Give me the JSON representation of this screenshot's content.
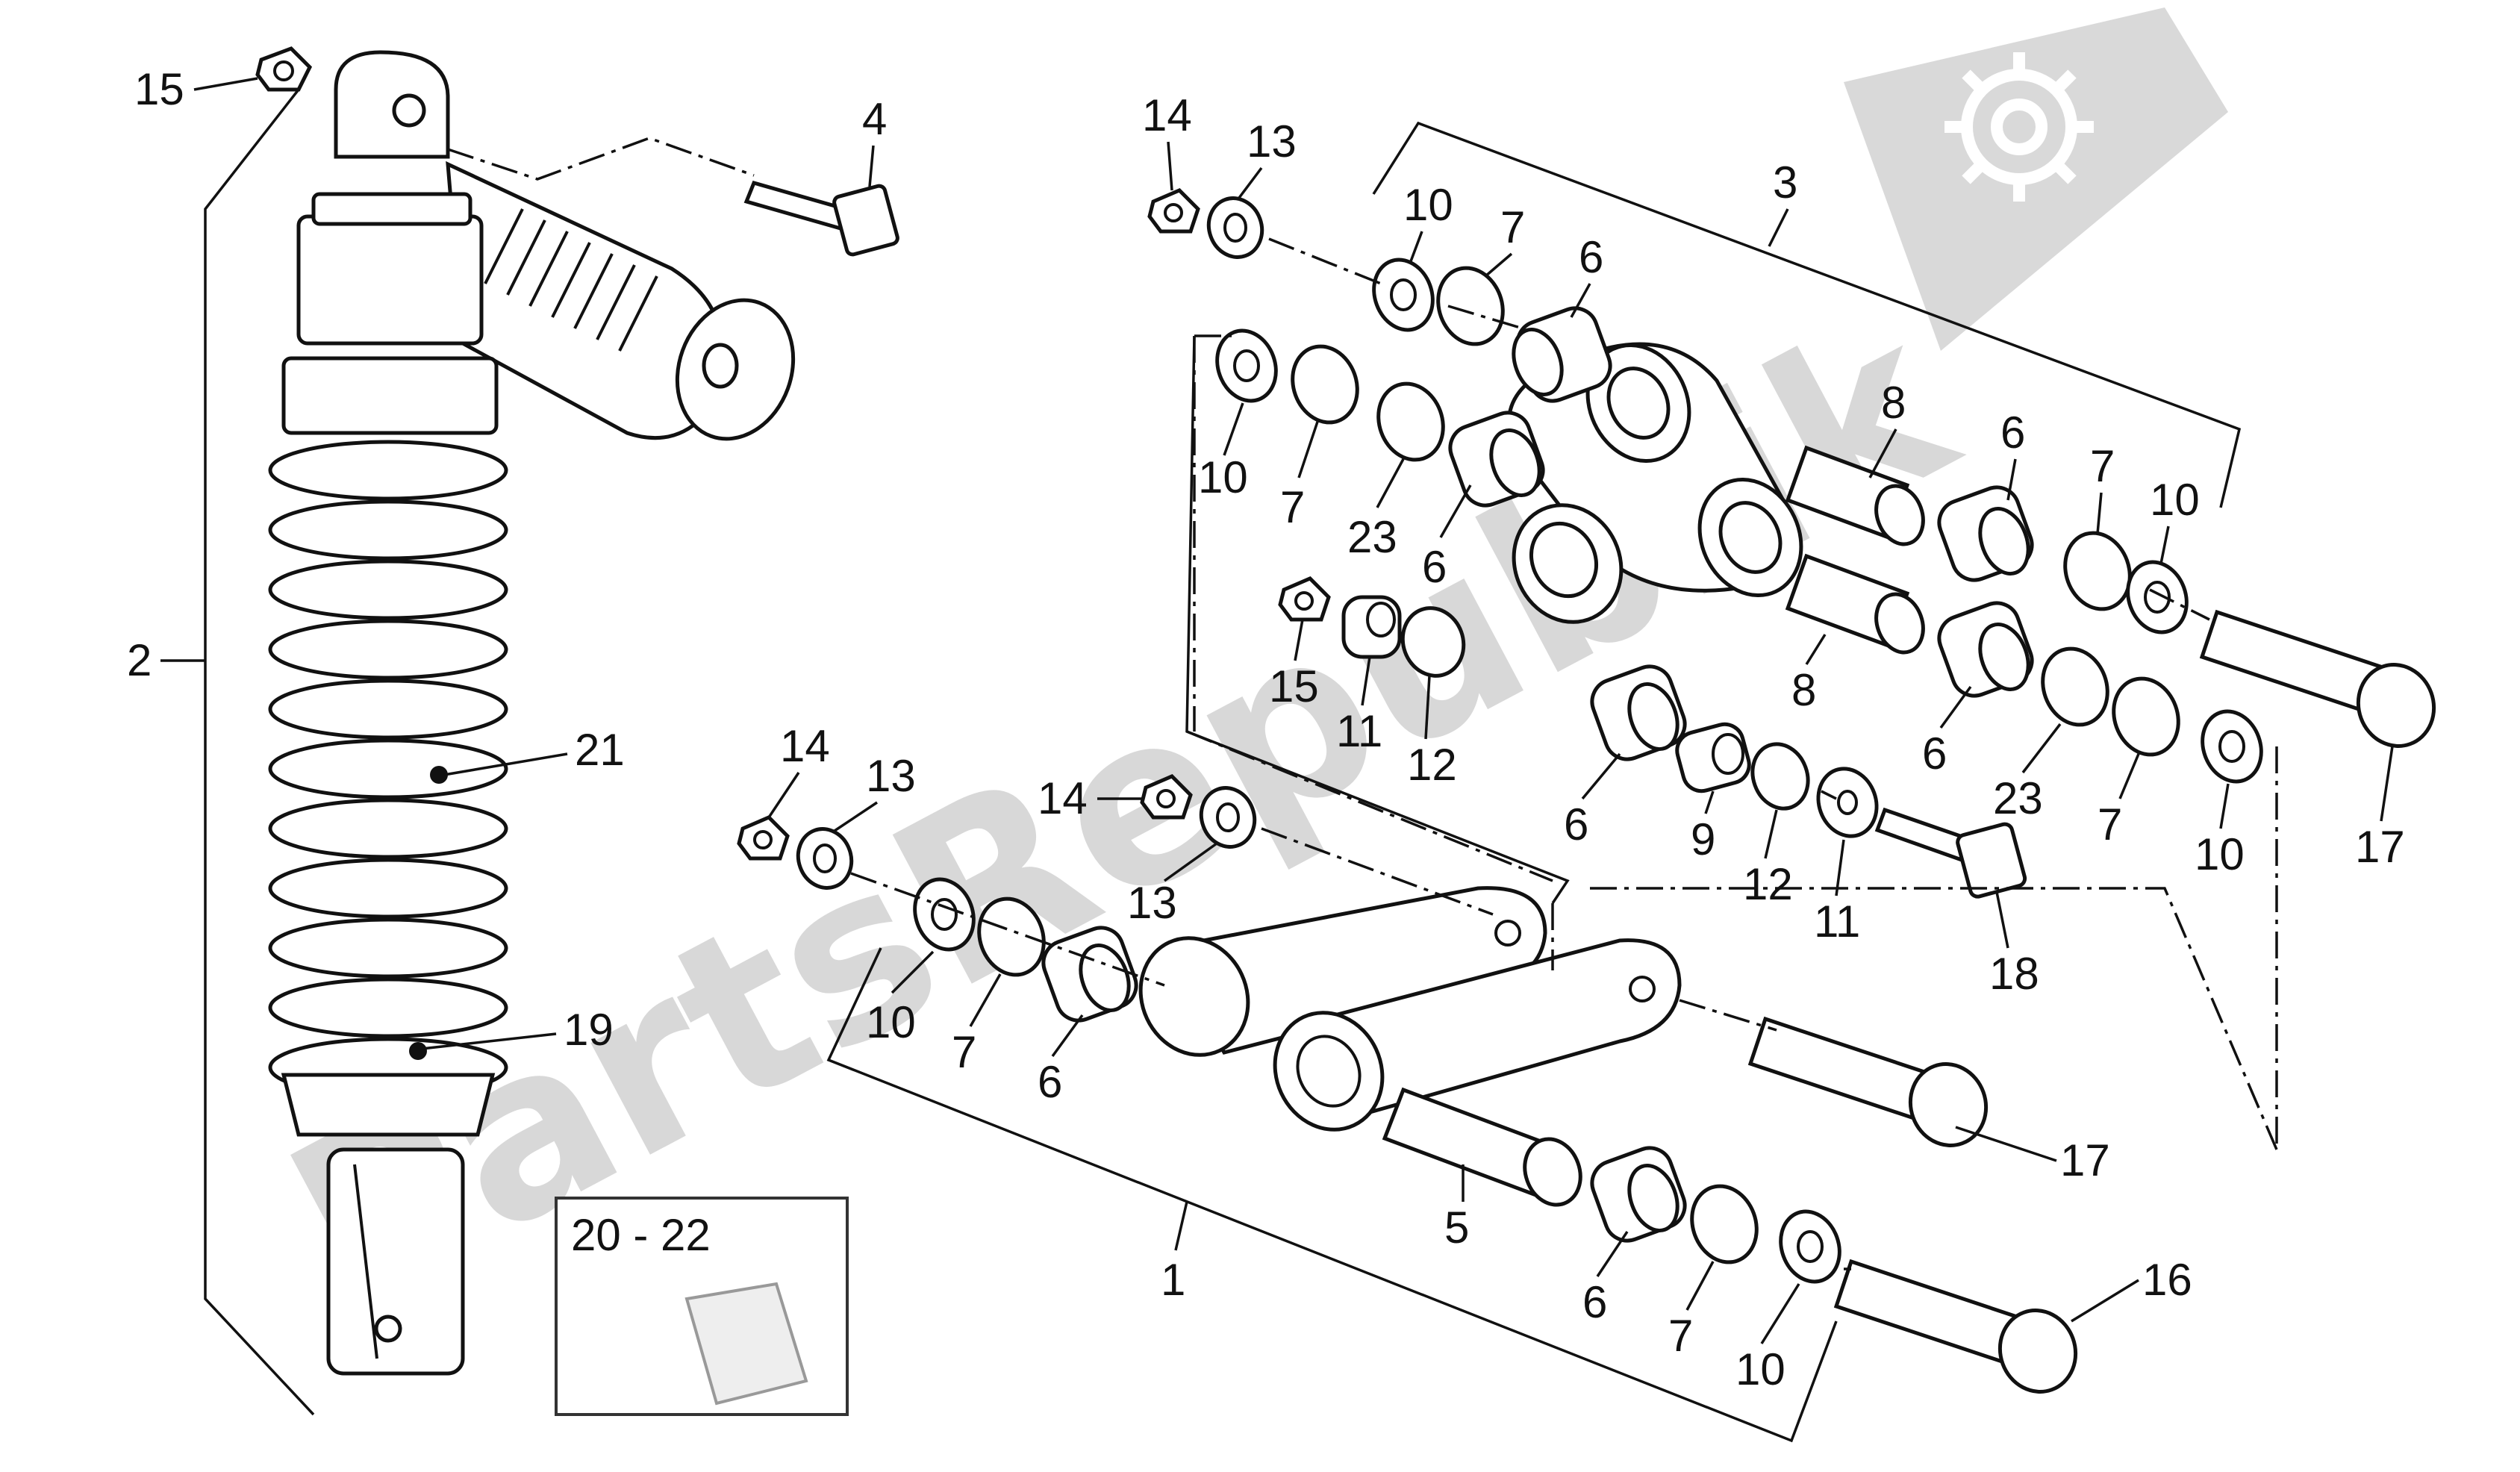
{
  "diagram": {
    "labels": [
      {
        "id": "l15a",
        "text": "15"
      },
      {
        "id": "l4",
        "text": "4"
      },
      {
        "id": "l2",
        "text": "2"
      },
      {
        "id": "l21",
        "text": "21"
      },
      {
        "id": "l19",
        "text": "19"
      },
      {
        "id": "l14a",
        "text": "14"
      },
      {
        "id": "l13a",
        "text": "13"
      },
      {
        "id": "l10a",
        "text": "10"
      },
      {
        "id": "l7a",
        "text": "7"
      },
      {
        "id": "l6a",
        "text": "6"
      },
      {
        "id": "l3",
        "text": "3"
      },
      {
        "id": "l10b",
        "text": "10"
      },
      {
        "id": "l7b",
        "text": "7"
      },
      {
        "id": "l23a",
        "text": "23"
      },
      {
        "id": "l6b",
        "text": "6"
      },
      {
        "id": "l8a",
        "text": "8"
      },
      {
        "id": "l6c",
        "text": "6"
      },
      {
        "id": "l7c",
        "text": "7"
      },
      {
        "id": "l10c",
        "text": "10"
      },
      {
        "id": "l15b",
        "text": "15"
      },
      {
        "id": "l11a",
        "text": "11"
      },
      {
        "id": "l12a",
        "text": "12"
      },
      {
        "id": "l8b",
        "text": "8"
      },
      {
        "id": "l6d",
        "text": "6"
      },
      {
        "id": "l23b",
        "text": "23"
      },
      {
        "id": "l7d",
        "text": "7"
      },
      {
        "id": "l10d",
        "text": "10"
      },
      {
        "id": "l17a",
        "text": "17"
      },
      {
        "id": "l6e",
        "text": "6"
      },
      {
        "id": "l9",
        "text": "9"
      },
      {
        "id": "l12b",
        "text": "12"
      },
      {
        "id": "l11b",
        "text": "11"
      },
      {
        "id": "l18",
        "text": "18"
      },
      {
        "id": "l14b",
        "text": "14"
      },
      {
        "id": "l13b",
        "text": "13"
      },
      {
        "id": "l14c",
        "text": "14"
      },
      {
        "id": "l13c",
        "text": "13"
      },
      {
        "id": "l10e",
        "text": "10"
      },
      {
        "id": "l7e",
        "text": "7"
      },
      {
        "id": "l6f",
        "text": "6"
      },
      {
        "id": "l17b",
        "text": "17"
      },
      {
        "id": "l5",
        "text": "5"
      },
      {
        "id": "l1",
        "text": "1"
      },
      {
        "id": "l6g",
        "text": "6"
      },
      {
        "id": "l7f",
        "text": "7"
      },
      {
        "id": "l10f",
        "text": "10"
      },
      {
        "id": "l16",
        "text": "16"
      }
    ],
    "kit_box_label": "20 - 22",
    "watermark": "PartsRepublik"
  }
}
